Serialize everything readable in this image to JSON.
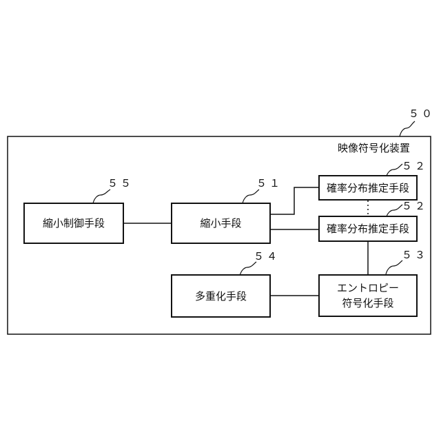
{
  "device": {
    "ref": "５０",
    "title": "映像符号化装置"
  },
  "blocks": {
    "reduction_control": {
      "ref": "５５",
      "label": "縮小制御手段"
    },
    "reduction": {
      "ref": "５１",
      "label": "縮小手段"
    },
    "prob_estimation_1": {
      "ref": "５２",
      "label": "確率分布推定手段"
    },
    "prob_estimation_2": {
      "ref": "５２",
      "label": "確率分布推定手段"
    },
    "entropy_coding": {
      "ref": "５３",
      "label_line1": "エントロピー",
      "label_line2": "符号化手段"
    },
    "multiplexing": {
      "ref": "５４",
      "label": "多重化手段"
    }
  },
  "colors": {
    "line": "#111111",
    "background": "#ffffff"
  }
}
